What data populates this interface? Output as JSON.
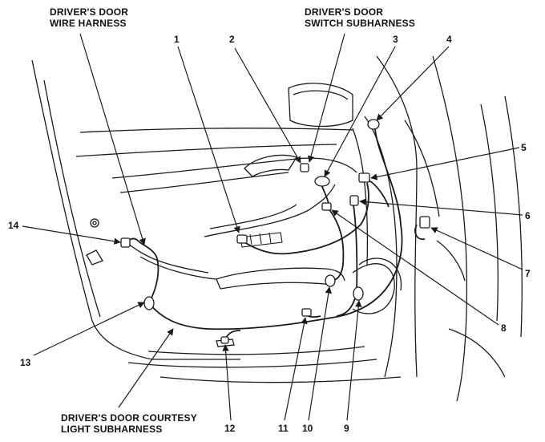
{
  "colors": {
    "line": "#1a1a1a",
    "background": "#ffffff"
  },
  "callouts": {
    "top_left_title": [
      "DRIVER'S DOOR",
      "WIRE HARNESS"
    ],
    "top_center_title": [
      "DRIVER'S DOOR",
      "SWITCH SUBHARNESS"
    ],
    "bottom_title": [
      "DRIVER'S DOOR COURTESY",
      "LIGHT SUBHARNESS"
    ]
  },
  "numbers": {
    "n1": "1",
    "n2": "2",
    "n3": "3",
    "n4": "4",
    "n5": "5",
    "n6": "6",
    "n7": "7",
    "n8": "8",
    "n9": "9",
    "n10": "10",
    "n11": "11",
    "n12": "12",
    "n13": "13",
    "n14": "14"
  }
}
